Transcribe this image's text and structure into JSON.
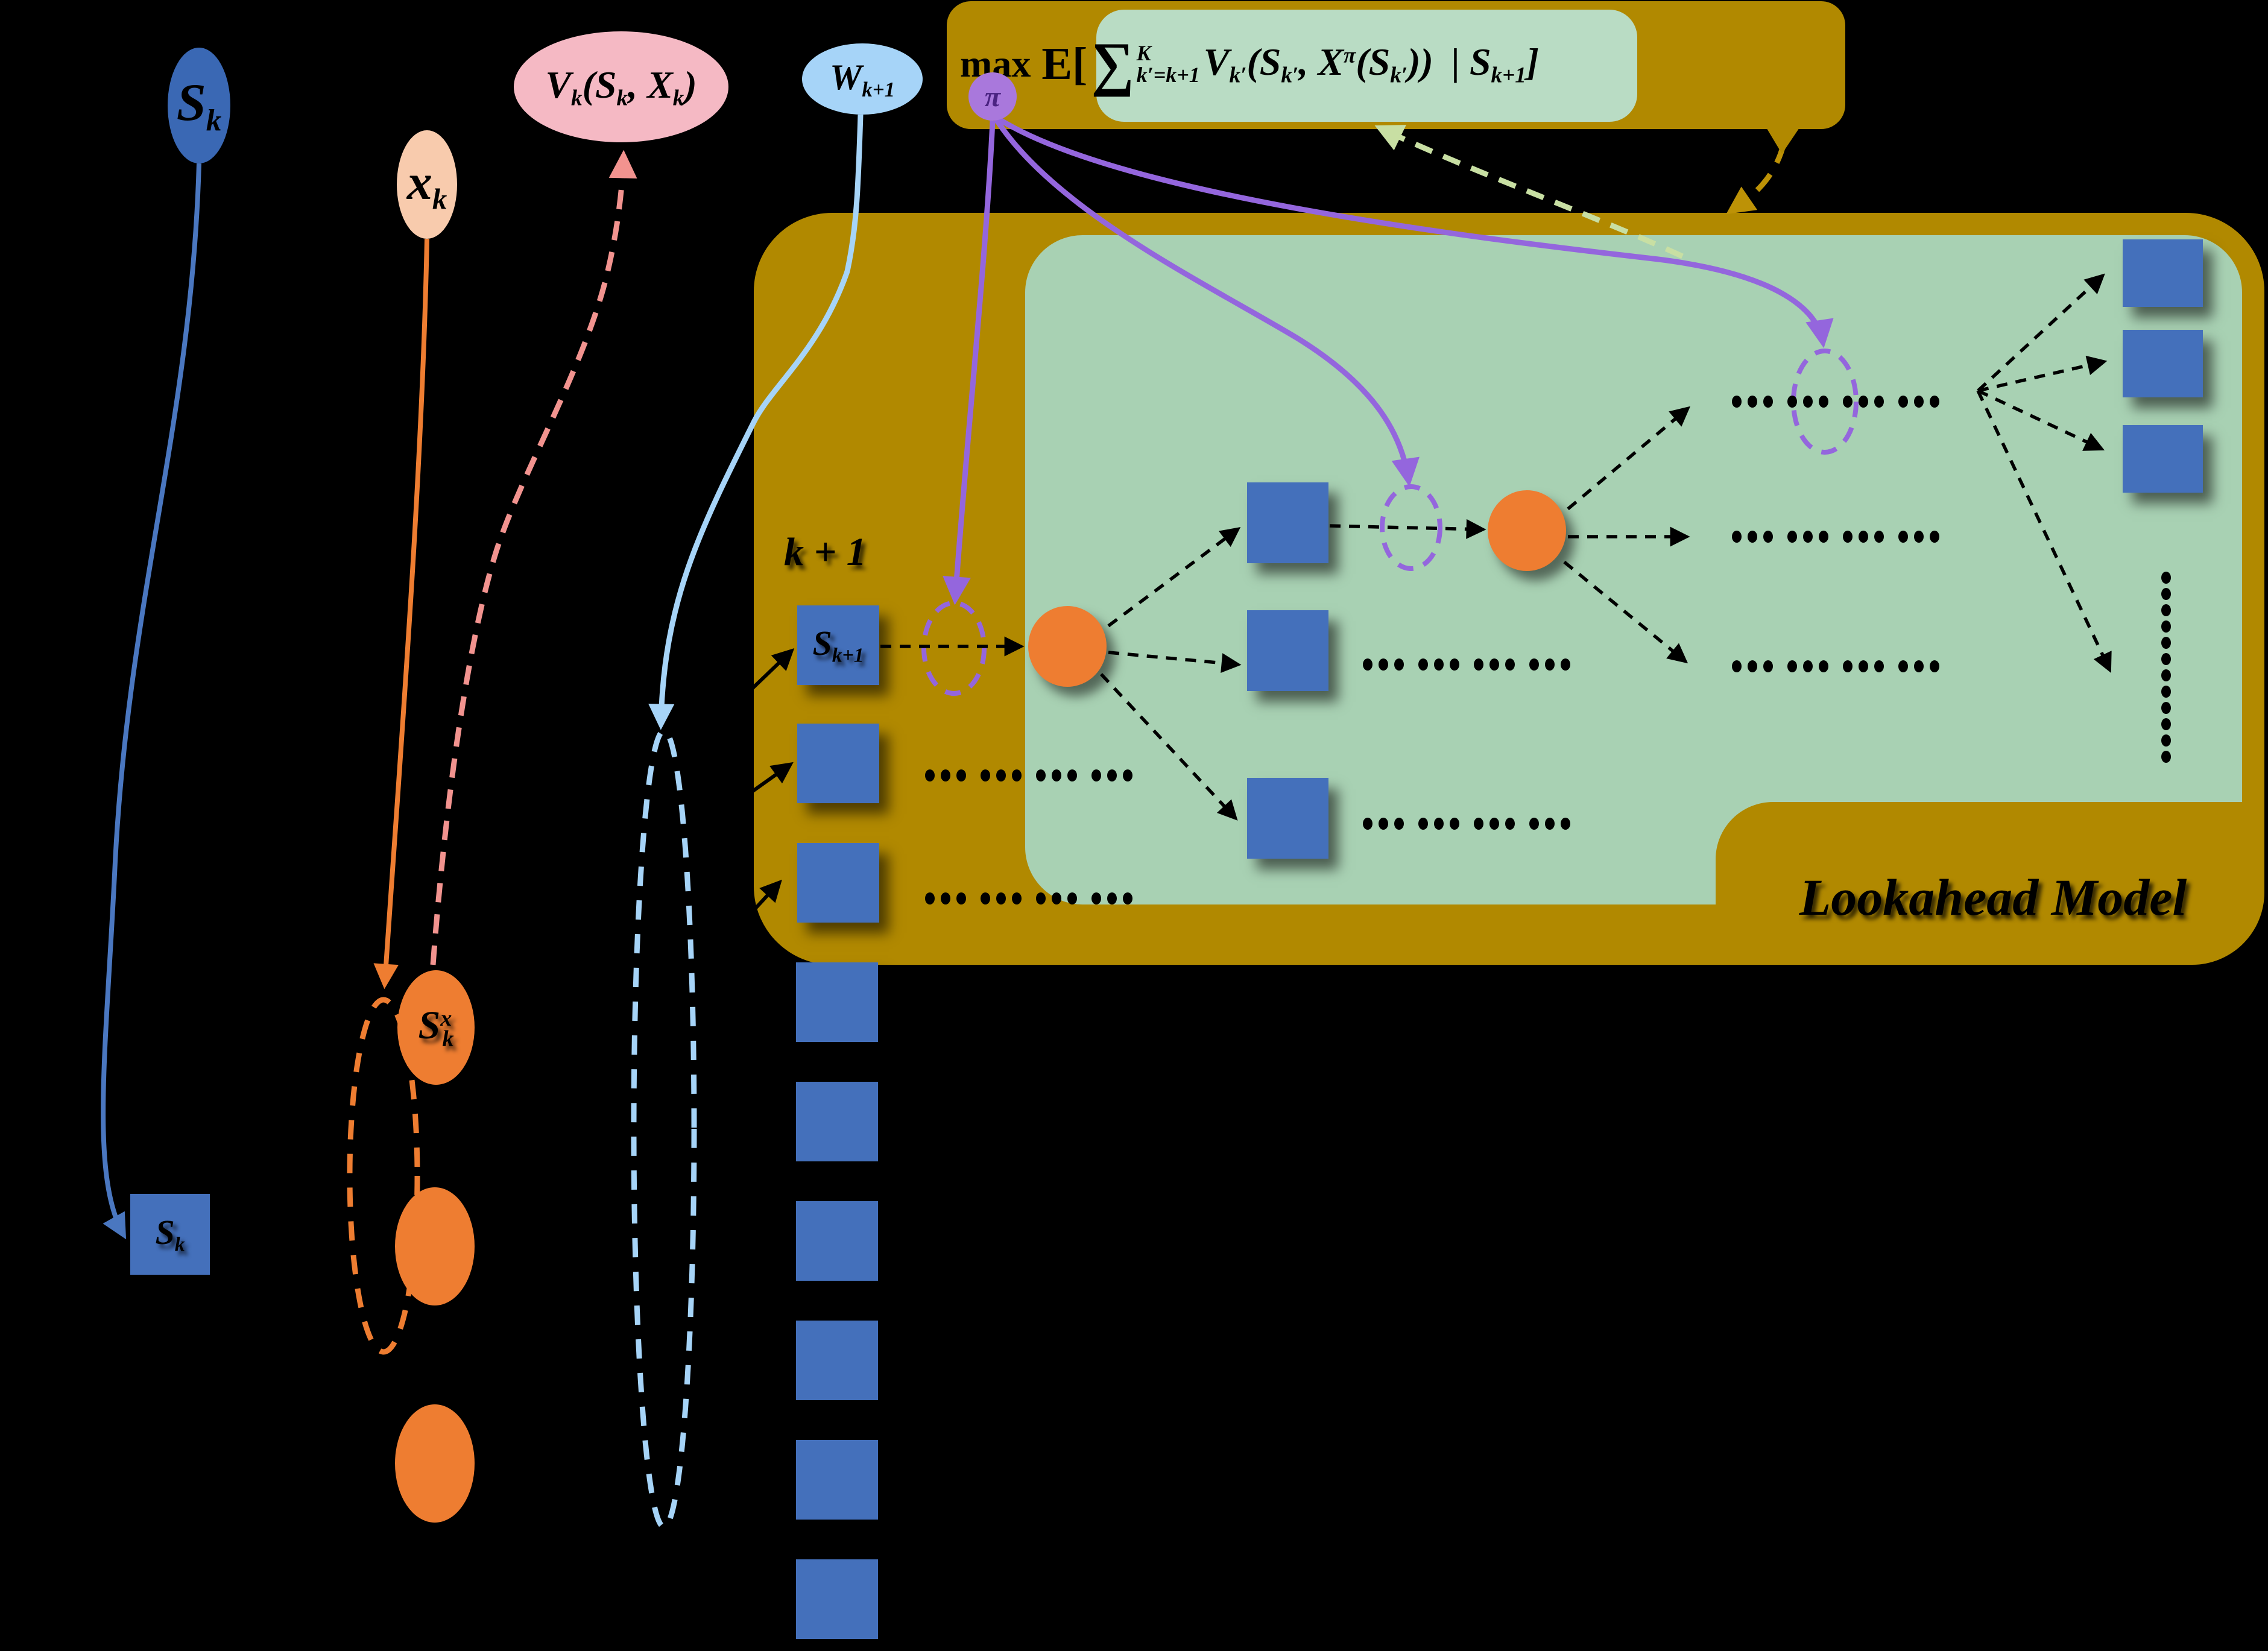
{
  "colors": {
    "bg": "#000000",
    "text": "#000000",
    "gold": "#B18900",
    "panelGreen": "#A8D1B3",
    "formulaGreen": "#B9DCC4",
    "squareBlue": "#4470BB",
    "nodeBlue": "#3A68B4",
    "orange": "#EE7D31",
    "peach": "#F8CBAD",
    "pinkFill": "#F5B9C4",
    "pinkArrow": "#F2938F",
    "lightBlue": "#A6D4F8",
    "purple": "#9466DD",
    "piFill": "#A978DC",
    "piText": "#4B2382",
    "arrowGreen": "#C8DFA3",
    "goldArrow": "#BD9206",
    "skLineBlue": "#4A77C0"
  },
  "nodes": {
    "sk_circle": {
      "parts": [
        [
          "S",
          "b"
        ],
        [
          "k",
          "s"
        ]
      ]
    },
    "xk_circle": {
      "parts": [
        [
          "x",
          "b"
        ],
        [
          "k",
          "s"
        ]
      ]
    },
    "vk_ellipse": {
      "parts": [
        [
          "V",
          "b"
        ],
        [
          "k",
          "s"
        ],
        [
          "(S",
          "b"
        ],
        [
          "k",
          "s"
        ],
        [
          ", X",
          "b"
        ],
        [
          "k",
          "s"
        ],
        [
          ")",
          "b"
        ]
      ]
    },
    "w_circle": {
      "parts": [
        [
          "W",
          "b"
        ],
        [
          "k+1",
          "s"
        ]
      ]
    },
    "pi_circle": {
      "label": "π"
    },
    "skx_circle": {
      "parts": [
        [
          "S",
          "b"
        ],
        [
          "x",
          "p"
        ],
        [
          "k",
          "sx"
        ]
      ]
    },
    "sk_square": {
      "parts": [
        [
          "S",
          "b"
        ],
        [
          "k",
          "s"
        ]
      ]
    },
    "sk1_square": {
      "parts": [
        [
          "S",
          "b"
        ],
        [
          "k+1",
          "s"
        ]
      ]
    }
  },
  "labels": {
    "stage": {
      "parts": [
        [
          "k + 1",
          "b"
        ]
      ]
    },
    "lookahead": "Lookahead Model"
  },
  "formula": {
    "max": "max",
    "pi": "π",
    "expectation": "E[",
    "sum": "∑",
    "sum_upper": "K",
    "sum_lower": "k′=k+1",
    "body_parts": [
      [
        "V",
        "b"
      ],
      [
        "k′",
        "s"
      ],
      [
        "(S",
        "b"
      ],
      [
        "k′",
        "s"
      ],
      [
        ", X",
        "b"
      ],
      [
        "π",
        "p"
      ],
      [
        "(S",
        "b"
      ],
      [
        "k′",
        "s"
      ],
      [
        ")",
        "b"
      ],
      [
        ")",
        "b"
      ]
    ],
    "cond_parts": [
      [
        "| S",
        "b"
      ],
      [
        "k+1",
        "s"
      ],
      [
        "]",
        "b"
      ]
    ]
  }
}
